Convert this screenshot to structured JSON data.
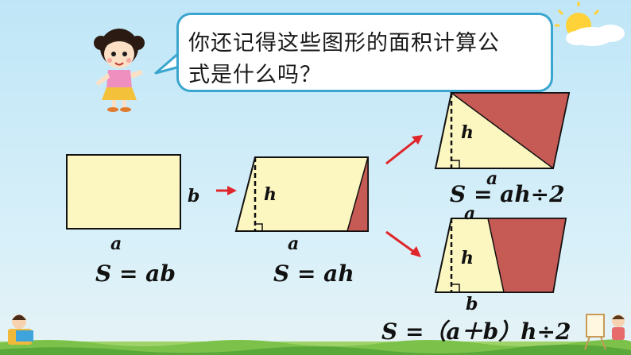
{
  "speech_bubble": {
    "line1": "你还记得这些图形的面积计算公",
    "line2": "式是什么吗？"
  },
  "rectangle": {
    "base_label": "a",
    "height_label": "b",
    "formula": "S = ab"
  },
  "parallelogram": {
    "base_label": "a",
    "height_label": "h",
    "formula": "S = ah"
  },
  "triangle": {
    "base_label": "a",
    "height_label": "h",
    "formula": "S = ah÷2"
  },
  "trapezoid": {
    "top_label": "a",
    "height_label": "h",
    "bottom_label": "b",
    "formula": "S =（a＋b）h÷2"
  },
  "colors": {
    "shape_fill": "#fcf6c0",
    "shaded_fill": "#c65a55",
    "arrow": "#e0262a",
    "bubble_border": "#3aa6cf"
  }
}
